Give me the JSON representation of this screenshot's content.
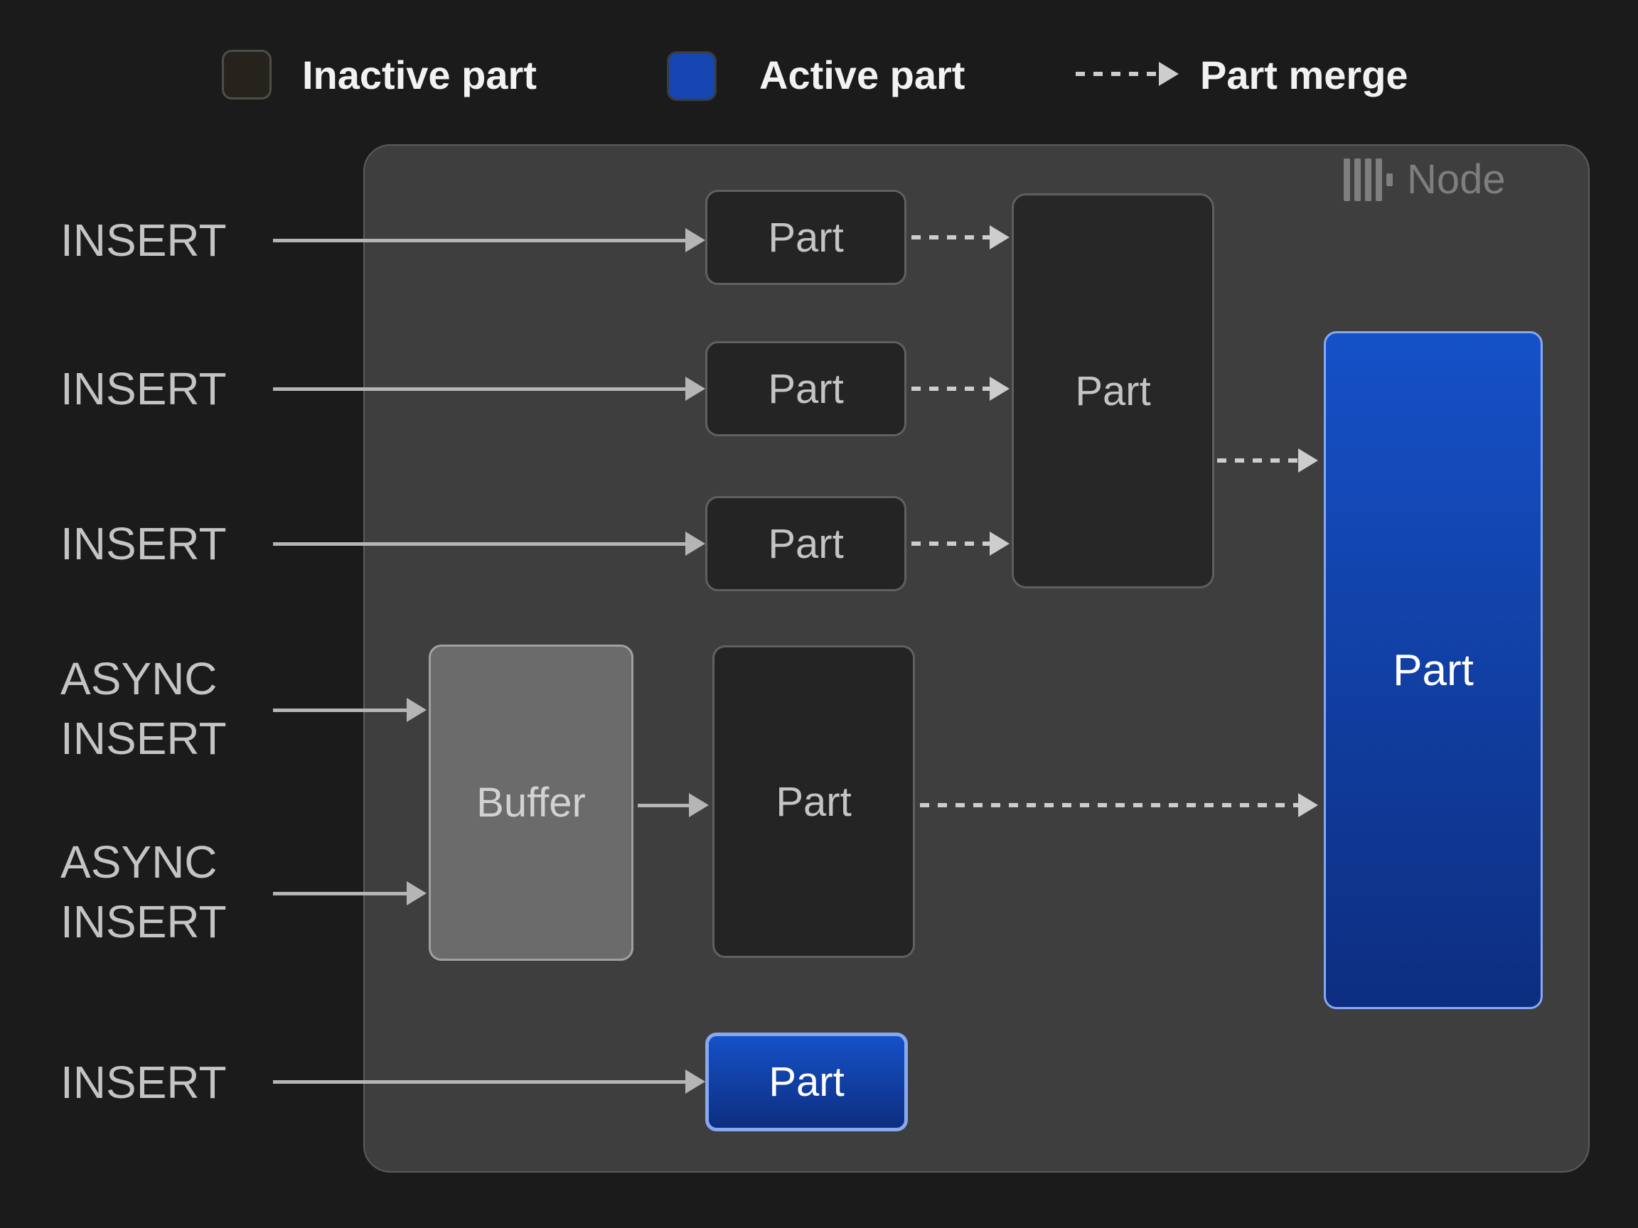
{
  "legend": {
    "inactive": "Inactive part",
    "active": "Active part",
    "merge": "Part merge"
  },
  "node": {
    "label": "Node",
    "icon": "clickhouse-bars-icon"
  },
  "inserts": {
    "row1": "INSERT",
    "row2": "INSERT",
    "row3": "INSERT",
    "async1": {
      "line1": "ASYNC",
      "line2": "INSERT"
    },
    "async2": {
      "line1": "ASYNC",
      "line2": "INSERT"
    },
    "row6": "INSERT"
  },
  "boxes": {
    "part1": "Part",
    "part2": "Part",
    "part3": "Part",
    "merged": "Part",
    "buffer": "Buffer",
    "async_part": "Part",
    "active_main": "Part",
    "active_new": "Part"
  },
  "colors": {
    "background": "#1b1b1b",
    "node_fill": "#3e3e3e",
    "node_border": "#5c5c5c",
    "box_fill": "#242424",
    "box_border": "#606060",
    "buffer_fill": "#6b6b6b",
    "buffer_border": "#a0a0a0",
    "blue_top": "#1551c8",
    "blue_bottom": "#0d2e80",
    "blue_border": "#87a9f0",
    "legend_blue": "#1546b2",
    "legend_swatch_fill": "#25231c",
    "legend_swatch_border": "#4d4d49",
    "arrow": "#b5b5b5",
    "dash": "#cdcdcd",
    "text_light": "#c4c4c4",
    "text_white": "#f2f2f2",
    "text_node": "#7e7e7e"
  }
}
